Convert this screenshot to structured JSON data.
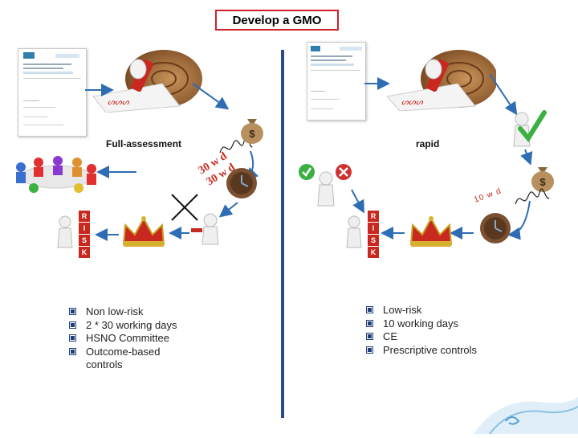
{
  "title": "Develop a GMO",
  "left": {
    "label": "Full-assessment",
    "time_label_1": "30 w d",
    "time_label_2": "30 w d",
    "bullets": [
      "Non low-risk",
      "2 * 30 working days",
      "HSNO Committee",
      "Outcome-based controls"
    ]
  },
  "right": {
    "label": "rapid",
    "time_label": "10 w d",
    "bullets": [
      "Low-risk",
      "10 working days",
      "CE",
      "Prescriptive controls"
    ]
  },
  "risk_cubes": [
    "R",
    "I",
    "S",
    "K"
  ],
  "icons": [
    "document-icon",
    "signing-hand-icon",
    "money-bag-icon",
    "signature-icon",
    "clock-icon",
    "crown-icon",
    "team-meeting-icon",
    "person-thinking-icon",
    "person-checkmark-icon",
    "cross-mark-icon",
    "risk-blocks-icon"
  ],
  "colors": {
    "accent_red": "#d0202a",
    "arrow_blue": "#2e6db4",
    "divider": "#2a4a8a"
  }
}
